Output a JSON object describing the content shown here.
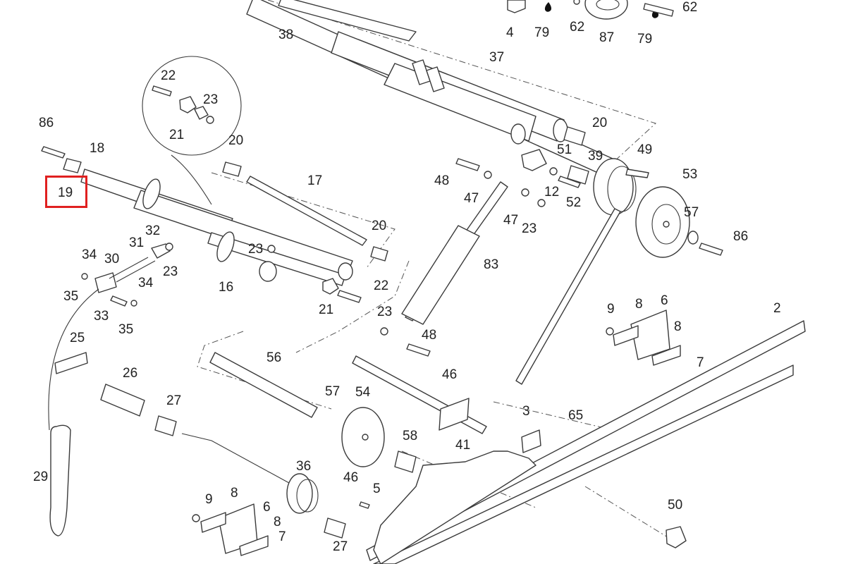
{
  "diagram": {
    "highlight_color": "#e02020",
    "highlighted_callout": "19",
    "callouts": [
      {
        "id": "c38",
        "label": "38"
      },
      {
        "id": "c4",
        "label": "4"
      },
      {
        "id": "c79a",
        "label": "79"
      },
      {
        "id": "c62a",
        "label": "62"
      },
      {
        "id": "c87",
        "label": "87"
      },
      {
        "id": "c79b",
        "label": "79"
      },
      {
        "id": "c62b",
        "label": "62"
      },
      {
        "id": "c37",
        "label": "37"
      },
      {
        "id": "c22a",
        "label": "22"
      },
      {
        "id": "c23a",
        "label": "23"
      },
      {
        "id": "c21a",
        "label": "21"
      },
      {
        "id": "c86a",
        "label": "86"
      },
      {
        "id": "c18",
        "label": "18"
      },
      {
        "id": "c19",
        "label": "19"
      },
      {
        "id": "c20a",
        "label": "20"
      },
      {
        "id": "c20b",
        "label": "20"
      },
      {
        "id": "c51",
        "label": "51"
      },
      {
        "id": "c39",
        "label": "39"
      },
      {
        "id": "c49",
        "label": "49"
      },
      {
        "id": "c53",
        "label": "53"
      },
      {
        "id": "c48a",
        "label": "48"
      },
      {
        "id": "c47a",
        "label": "47"
      },
      {
        "id": "c12",
        "label": "12"
      },
      {
        "id": "c52",
        "label": "52"
      },
      {
        "id": "c47b",
        "label": "47"
      },
      {
        "id": "c23b",
        "label": "23"
      },
      {
        "id": "c57a",
        "label": "57"
      },
      {
        "id": "c86b",
        "label": "86"
      },
      {
        "id": "c17",
        "label": "17"
      },
      {
        "id": "c20c",
        "label": "20"
      },
      {
        "id": "c32",
        "label": "32"
      },
      {
        "id": "c31",
        "label": "31"
      },
      {
        "id": "c34a",
        "label": "34"
      },
      {
        "id": "c30",
        "label": "30"
      },
      {
        "id": "c23c",
        "label": "23"
      },
      {
        "id": "c23d",
        "label": "23"
      },
      {
        "id": "c35a",
        "label": "35"
      },
      {
        "id": "c34b",
        "label": "34"
      },
      {
        "id": "c33",
        "label": "33"
      },
      {
        "id": "c35b",
        "label": "35"
      },
      {
        "id": "c16",
        "label": "16"
      },
      {
        "id": "c21b",
        "label": "21"
      },
      {
        "id": "c22b",
        "label": "22"
      },
      {
        "id": "c83",
        "label": "83"
      },
      {
        "id": "c23e",
        "label": "23"
      },
      {
        "id": "c48b",
        "label": "48"
      },
      {
        "id": "c9a",
        "label": "9"
      },
      {
        "id": "c8a",
        "label": "8"
      },
      {
        "id": "c6a",
        "label": "6"
      },
      {
        "id": "c8b",
        "label": "8"
      },
      {
        "id": "c7a",
        "label": "7"
      },
      {
        "id": "c2",
        "label": "2"
      },
      {
        "id": "c25",
        "label": "25"
      },
      {
        "id": "c26",
        "label": "26"
      },
      {
        "id": "c56",
        "label": "56"
      },
      {
        "id": "c57b",
        "label": "57"
      },
      {
        "id": "c54",
        "label": "54"
      },
      {
        "id": "c46a",
        "label": "46"
      },
      {
        "id": "c27a",
        "label": "27"
      },
      {
        "id": "c3",
        "label": "3"
      },
      {
        "id": "c65",
        "label": "65"
      },
      {
        "id": "c41",
        "label": "41"
      },
      {
        "id": "c58",
        "label": "58"
      },
      {
        "id": "c29",
        "label": "29"
      },
      {
        "id": "c36",
        "label": "36"
      },
      {
        "id": "c46b",
        "label": "46"
      },
      {
        "id": "c5",
        "label": "5"
      },
      {
        "id": "c9b",
        "label": "9"
      },
      {
        "id": "c8c",
        "label": "8"
      },
      {
        "id": "c6b",
        "label": "6"
      },
      {
        "id": "c8d",
        "label": "8"
      },
      {
        "id": "c7b",
        "label": "7"
      },
      {
        "id": "c27b",
        "label": "27"
      },
      {
        "id": "c50",
        "label": "50"
      }
    ]
  }
}
